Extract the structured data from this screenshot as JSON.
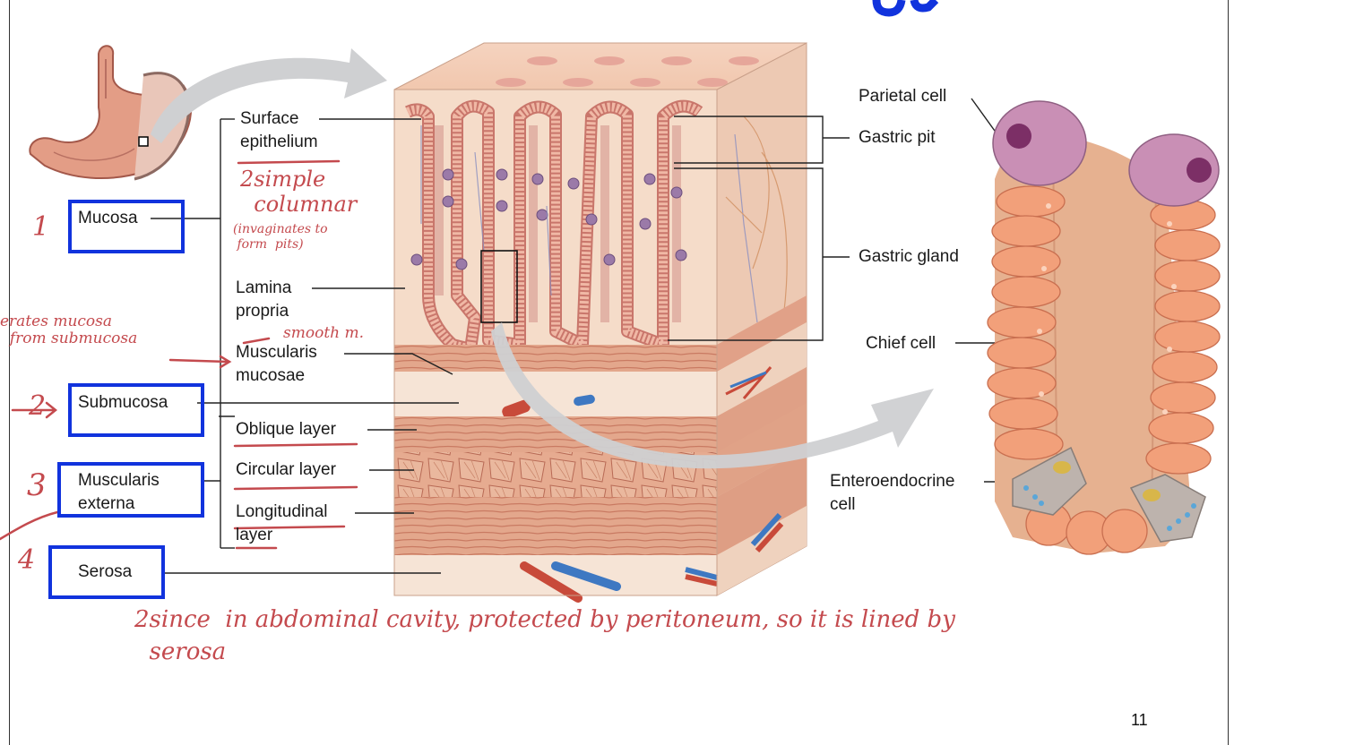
{
  "labels": {
    "surface_epithelium": "Surface\nepithelium",
    "mucosa": "Mucosa",
    "lamina_propria": "Lamina\npropria",
    "muscularis_mucosae": "Muscularis\nmucosae",
    "submucosa": "Submucosa",
    "oblique": "Oblique layer",
    "circular": "Circular layer",
    "muscularis_externa": "Muscularis\nexterna",
    "longitudinal": "Longitudinal\nlayer",
    "serosa": "Serosa",
    "parietal": "Parietal cell",
    "gastric_pit": "Gastric pit",
    "gastric_gland": "Gastric gland",
    "chief": "Chief cell",
    "enteroendocrine": "Enteroendocrine\ncell"
  },
  "handwritten": {
    "num1": "1",
    "num2": "2",
    "num3": "3",
    "num4": "4",
    "simple_columnar": "2simple\n  columnar",
    "invaginates": "(invaginates to\n form  pits)",
    "separates": "erates mucosa\n  from submucosa",
    "smooth_m": "smooth m.",
    "serosa_note": "2since  in abdominal cavity, protected by peritoneum, so it is lined by\n  serosa"
  },
  "page_number": "11",
  "colors": {
    "box_blue": "#1133dd",
    "ink_red": "#c44a4e",
    "tissue_pink": "#e8b49a",
    "tissue_light": "#f6dcc8",
    "muscle": "#d9937a",
    "parietal_purple": "#c98fb5",
    "arrow_gray": "#cfd0d2"
  }
}
